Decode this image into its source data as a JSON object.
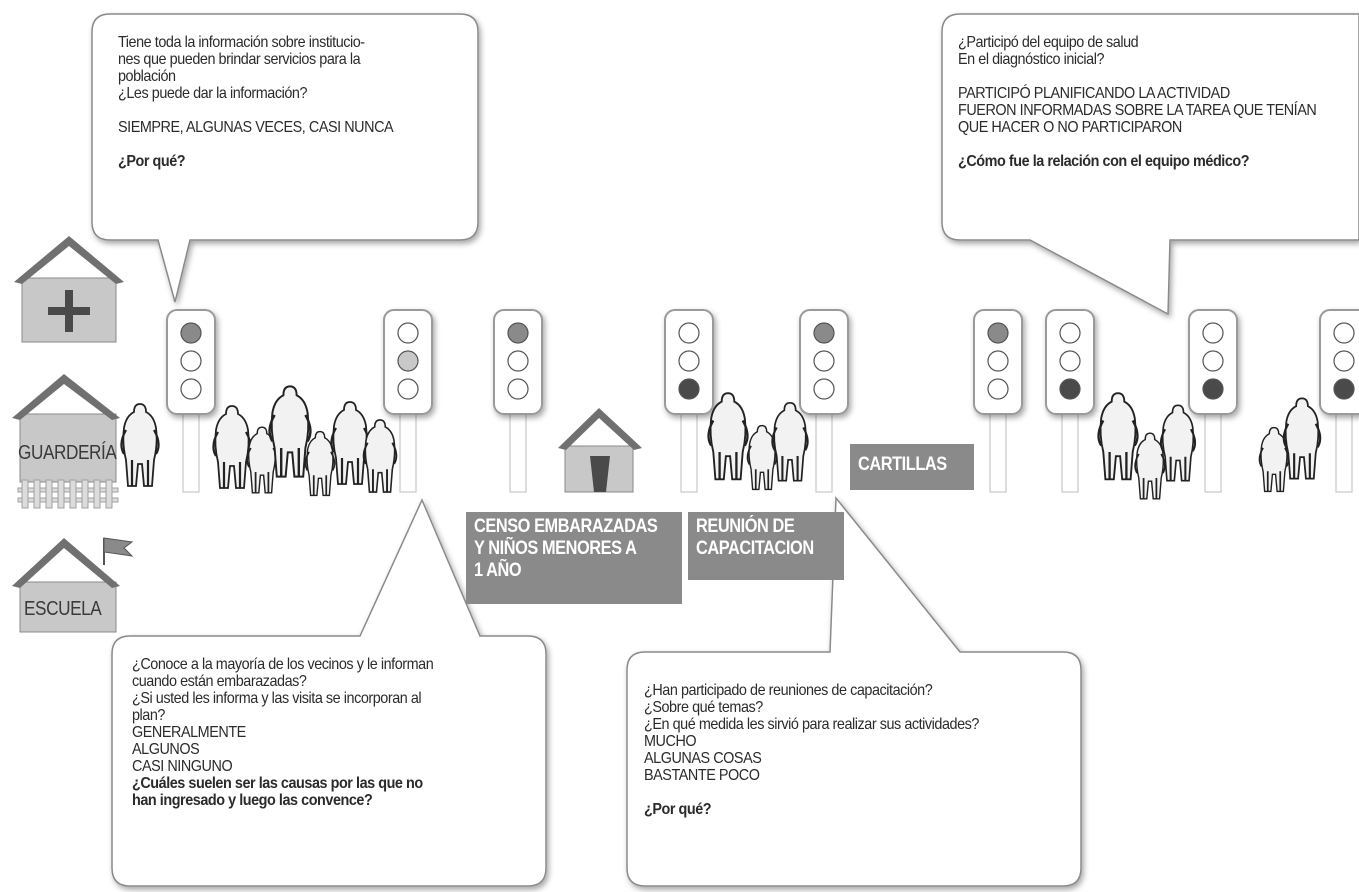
{
  "bubbles": {
    "top_left": {
      "lines": [
        "Tiene toda la información sobre institucio-",
        "nes que pueden brindar servicios para la",
        "población",
        "¿Les puede dar la información?",
        "",
        "SIEMPRE, ALGUNAS VECES, CASI NUNCA",
        ""
      ],
      "bold_line": "¿Por qué?"
    },
    "top_right": {
      "lines": [
        "¿Participó del equipo de salud",
        "En el diagnóstico inicial?",
        "",
        "PARTICIPÓ PLANIFICANDO LA ACTIVIDAD",
        "FUERON INFORMADAS SOBRE LA TAREA QUE TENÍAN",
        "QUE HACER O NO PARTICIPARON",
        ""
      ],
      "bold_line": "¿Cómo fue la relación con el equipo médico?"
    },
    "bottom_left": {
      "lines": [
        "¿Conoce a la mayoría de los vecinos y le informan",
        "cuando están embarazadas?",
        "¿Si usted les informa y las visita se incorporan al",
        "plan?",
        "GENERALMENTE",
        "ALGUNOS",
        "CASI NINGUNO"
      ],
      "bold_lines": [
        "¿Cuáles suelen ser las causas por las que no",
        "han ingresado y luego las convence?"
      ]
    },
    "bottom_right": {
      "lines": [
        "¿Han participado de reuniones de capacitación?",
        "¿Sobre qué temas?",
        "¿En qué medida les sirvió para realizar sus actividades?",
        "MUCHO",
        "ALGUNAS COSAS",
        "BASTANTE  POCO",
        ""
      ],
      "bold_line": "¿Por qué?"
    }
  },
  "labels": {
    "censo": [
      "CENSO EMBARAZADAS",
      "Y NIÑOS MENORES A",
      "1 AÑO"
    ],
    "reunion": [
      "REUNIÓN DE",
      "CAPACITACION"
    ],
    "cartillas": [
      "CARTILLAS"
    ]
  },
  "houses": {
    "guarderia": "GUARDERÍA",
    "escuela": "ESCUELA"
  },
  "colors": {
    "light_on_medium": "#8a8a8a",
    "light_on_dark": "#4a4a4a",
    "light_on_pale": "#c8c8c8",
    "light_off": "#ffffff",
    "label_bg": "#8a8a8a",
    "house_fill": "#c8c8c8",
    "house_roof": "#707070"
  },
  "traffic_lights": [
    {
      "name": "light-1",
      "states": [
        "medium",
        "off",
        "off"
      ]
    },
    {
      "name": "light-2",
      "states": [
        "off",
        "pale",
        "off"
      ]
    },
    {
      "name": "light-3",
      "states": [
        "medium",
        "off",
        "off"
      ]
    },
    {
      "name": "light-4",
      "states": [
        "off",
        "off",
        "dark"
      ]
    },
    {
      "name": "light-5",
      "states": [
        "medium",
        "off",
        "off"
      ]
    },
    {
      "name": "light-6",
      "states": [
        "medium",
        "off",
        "off"
      ]
    },
    {
      "name": "light-7",
      "states": [
        "off",
        "off",
        "dark"
      ]
    },
    {
      "name": "light-8",
      "states": [
        "off",
        "off",
        "dark"
      ]
    },
    {
      "name": "light-9",
      "states": [
        "off",
        "off",
        "dark"
      ]
    }
  ]
}
